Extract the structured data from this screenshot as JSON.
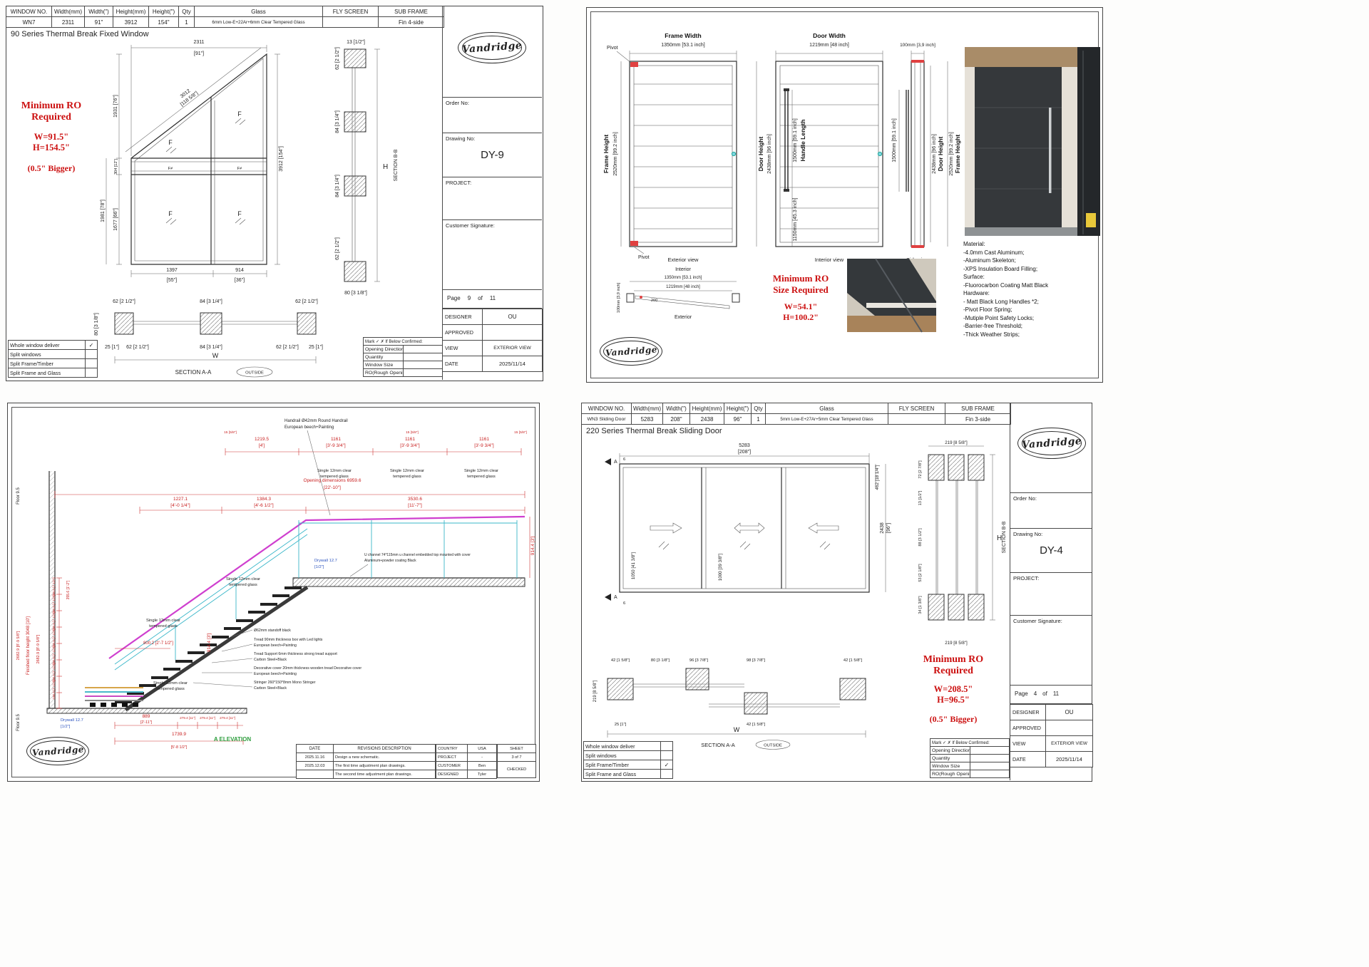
{
  "brand": "Vandridge",
  "dy9": {
    "header_cols": [
      "WINDOW NO.",
      "Width(mm)",
      "Width(\")",
      "Height(mm)",
      "Height(\")",
      "Qty",
      "Glass",
      "FLY SCREEN",
      "SUB FRAME"
    ],
    "header_row": [
      "WN7",
      "2311",
      "91\"",
      "3912",
      "154\"",
      "1",
      "6mm Low-E+22Ar+6mm Clear Tempered Glass",
      "",
      "Fin 4-side"
    ],
    "series_title": "90 Series Thermal Break Fixed Window",
    "ro": [
      "Minimum RO",
      "Required",
      "W=91.5\"",
      "H=154.5\"",
      "(0.5\" Bigger)"
    ],
    "elev": {
      "top_mm": "2311",
      "top_in": "[91\"]",
      "diag_mm": "3012",
      "diag_in": "[118 5/8\"]",
      "l1": "1931 [76\"]",
      "l2": "304 [12\"]",
      "l3": "1677 [66\"]",
      "l4": "1981 [78\"]",
      "r": "3912 [154\"]",
      "b1_mm": "1397",
      "b1_in": "[55\"]",
      "b2_mm": "914",
      "b2_in": "[36\"]",
      "f": "F",
      "fb": "F≠"
    },
    "bb": {
      "d_top": "13 [1/2\"]",
      "d1": "62 [2 1/2\"]",
      "d2": "84 [3 1/4\"]",
      "d3": "84 [3 1/4\"]",
      "d4": "62 [2 1/2\"]",
      "d_bot": "80 [3 1/8\"]",
      "h": "H",
      "label": "SECTION B-B"
    },
    "aa": {
      "t1": "62 [2 1/2\"]",
      "t2": "84 [3 1/4\"]",
      "t3": "62 [2 1/2\"]",
      "b1": "25 [1\"]",
      "b2": "62 [2 1/2\"]",
      "b3": "84 [3 1/4\"]",
      "b4": "62 [2 1/2\"]",
      "b5": "25 [1\"]",
      "left": "80 [3 1/8\"]",
      "w": "W",
      "label": "SECTION A-A",
      "outside": "OUTSIDE"
    },
    "checklist": [
      [
        "Whole window deliver",
        "✓"
      ],
      [
        "Split windows",
        ""
      ],
      [
        "Split Frame/Timber",
        ""
      ],
      [
        "Split Frame and Glass",
        ""
      ]
    ],
    "confirm_title": "Mark ✓ ✗ If Below Confirmed:",
    "confirm_rows": [
      "Opening Direction",
      "Quantity",
      "Window Size",
      "RO(Rough Opening)Size"
    ],
    "tb": {
      "order": "Order No:",
      "drawing": "Drawing No:",
      "no": "DY-9",
      "project": "PROJECT:",
      "sig": "Customer Signature:",
      "page": "Page",
      "pno": "9",
      "of": "of",
      "total": "11",
      "designer": "DESIGNER",
      "designer_v": "OU",
      "approved": "APPROVED",
      "view": "VIEW",
      "view_v": "EXTERIOR VIEW",
      "date": "DATE",
      "date_v": "2025/11/14"
    }
  },
  "door": {
    "ext": {
      "fw": "Frame Width",
      "fw_v": "1350mm [53.1 inch]",
      "fh": "Frame Height",
      "fh_v": "2520mm [99.2 inch]",
      "pivot": "Pivot",
      "label": "Exterior view"
    },
    "intv": {
      "dw": "Door Width",
      "dw_v": "1219mm [48 inch]",
      "dh": "Door Height",
      "dh_v": "2438mm [96 inch]",
      "hl": "Handle Length",
      "hl_v": "1500mm [59.1 inch]",
      "hb_v": "1150mm [45.3 inch]",
      "label": "Interior view"
    },
    "side": {
      "t": "100mm [3,9 inch]",
      "hl_v": "1500mm [59.1 inch]",
      "dh": "Door Height",
      "dh_v": "2438mm [96 inch]",
      "fh": "Frame Height",
      "fh_v": "2520mm [99.2 inch]",
      "label": "Side view"
    },
    "plan": {
      "interior": "Interior",
      "w1": "1350mm [53.1 inch]",
      "w2": "1219mm [48 inch]",
      "d200": "200",
      "d100": "100mm [3,9 inch]",
      "exterior": "Exterior"
    },
    "ro": [
      "Minimum RO",
      "Size Required",
      "W=54.1\"",
      "H=100.2\""
    ],
    "material": [
      "Material:",
      "-4.0mm Cast Aluminum;",
      "-Aluminum Skeleton;",
      "-XPS Insulation Board Filling;",
      "Surface:",
      "-Fluorocarbon Coating Matt Black",
      "Hardware:",
      "-  Matt Black Long Handles *2;",
      "-Pivot Floor Spring;",
      "-Mutiple Point Safety Locks;",
      "-Barrier-free Threshold;",
      "-Thick Weather Strips;"
    ]
  },
  "stairs": {
    "notes": {
      "handrail1": "Handrail Ø42mm Round Handrail",
      "handrail2": "European beech+Painting",
      "glass1": "Single 12mm clear",
      "glass2": "tempered glass",
      "uch1": "U channel 74*115mm u channel embedded top mounted with cover",
      "uch2": "Aluminum+powder coating Black",
      "drywall": "Drywall 12.7",
      "drywall_in": "[1/2\"]",
      "standoff": "Ø62mm standoff black",
      "tread1": "Tread 90mm thickness box with Led lights",
      "tread2": "European beech+Painting",
      "tsup1": "Tread Support 6mm thickness strong tread support",
      "tsup2": "Carbon Steel+Black",
      "deco1": "Decorative cover 20mm thickness wooden tread Decorative cover",
      "deco2": "European beech+Painting",
      "stringer1": "Stringer 260*150*8mm Mono Stringer",
      "stringer2": "Carbon Steel+Black",
      "floor": "Floor 9.5",
      "elevation": "A ELEVATION"
    },
    "dims": {
      "t1a": "1219.5",
      "t1b": "[4']",
      "t2a": "1161",
      "t2b": "[3'-9 3/4\"]",
      "d15": "15 [5/8\"]",
      "open1": "Opening dimensions 6959.6",
      "open2": "[22'-10\"]",
      "m1a": "1227.1",
      "m1b": "[4'-0 1/4\"]",
      "m2a": "1384.3",
      "m2b": "[4'-6 1/2\"]",
      "m3a": "3530.6",
      "m3b": "[11'-7\"]",
      "g914": "914.4 [3']",
      "riser": "190.5 [7 1/2\"]",
      "r355": "355.6 [1'-2\"]",
      "ffh": "Finished floor height 3048 [10']",
      "r2682": "2682.9 [8'-9 5/8\"]",
      "r800": "800.2 [2'-7 1/2\"]",
      "b1a": "889",
      "b1b": "[2'-11\"]",
      "b2": "279.4 [11\"]",
      "b3a": "1739.9",
      "b3b": "[5'-8 1/2\"]"
    },
    "rev": {
      "date_h": "DATE",
      "desc_h": "REVISIONS DESCRIPTION",
      "r1d": "2025.11.16",
      "r1": "Design a new schematic.",
      "r2d": "2025.12.03",
      "r2": "The first time adjustment plan drawings.",
      "r3d": "",
      "r3": "The second time adjustment plan drawings.",
      "country": "COUNTRY",
      "country_v": "USA",
      "project": "PROJECT",
      "project_v": "-",
      "customer": "CUSTOMER",
      "customer_v": "Ben",
      "designed": "DESIGNED",
      "designed_v": "Tyler",
      "sheet": "SHEET",
      "sheet_v": "3  of  7",
      "checked": "CHECKED"
    }
  },
  "dy4": {
    "header_cols": [
      "WINDOW NO.",
      "Width(mm)",
      "Width(\")",
      "Height(mm)",
      "Height(\")",
      "Qty",
      "Glass",
      "FLY SCREEN",
      "SUB FRAME"
    ],
    "header_row": [
      "WN3  Sliding Door",
      "5283",
      "208\"",
      "2438",
      "96\"",
      "1",
      "5mm Low-E+27Ar+5mm Clear Tempered Glass",
      "",
      "Fin 3-side"
    ],
    "series_title": "220 Series Thermal Break Sliding Door",
    "ro": [
      "Minimum RO",
      "Required",
      "W=208.5\"",
      "H=96.5\"",
      "(0.5\" Bigger)"
    ],
    "elev": {
      "top_mm": "5283",
      "top_in": "[208\"]",
      "r1": "462 [18 1/4\"]",
      "r2a": "2438",
      "r2b": "[96\"]",
      "l1": "1050 [41 3/8\"]",
      "l2": "1000 [39 3/8\"]",
      "a": "A",
      "six": "6"
    },
    "bb": {
      "t": "219 [8 5/8\"]",
      "b": "219 [8 5/8\"]",
      "d1": "72 [2 7/8\"]",
      "d2": "13 [1/2\"]",
      "d3": "88 [3 1/2\"]",
      "d4": "53 [2 1/8\"]",
      "d5": "34 [1 3/8\"]",
      "h": "H",
      "label": "SECTION B-B"
    },
    "aa": {
      "t1": "42 [1 5/8\"]",
      "t2": "80 [3 1/8\"]",
      "t3": "96 [3 7/8\"]",
      "t4": "98 [3 7/8\"]",
      "t5": "42 [1 5/8\"]",
      "left": "219 [8 5/8\"]",
      "b1": "25 [1\"]",
      "b2": "42 [1 5/8\"]",
      "w": "W",
      "label": "SECTION A-A",
      "outside": "OUTSIDE"
    },
    "checklist": [
      [
        "Whole window deliver",
        ""
      ],
      [
        "Split windows",
        ""
      ],
      [
        "Split Frame/Timber",
        "✓"
      ],
      [
        "Split Frame and Glass",
        ""
      ]
    ],
    "confirm_title": "Mark ✓ ✗ If Below Confirmed:",
    "confirm_rows": [
      "Opening Direction",
      "Quantity",
      "Window Size",
      "RO(Rough Opening)Size"
    ],
    "tb": {
      "order": "Order No:",
      "drawing": "Drawing No:",
      "no": "DY-4",
      "project": "PROJECT:",
      "sig": "Customer Signature:",
      "page": "Page",
      "pno": "4",
      "of": "of",
      "total": "11",
      "designer": "DESIGNER",
      "designer_v": "OU",
      "approved": "APPROVED",
      "view": "VIEW",
      "view_v": "EXTERIOR VIEW",
      "date": "DATE",
      "date_v": "2025/11/14"
    }
  }
}
